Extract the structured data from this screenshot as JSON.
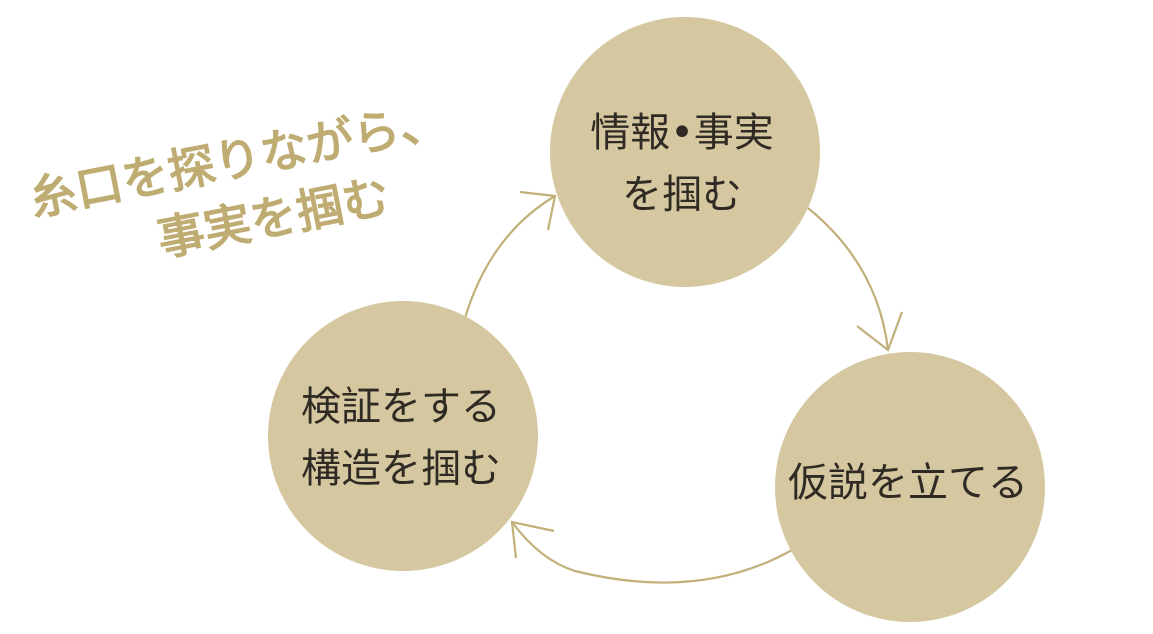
{
  "colors": {
    "circle_fill": "#d5c8a0",
    "arrow_stroke": "#c2b07a",
    "headline_text": "#bfac72",
    "node_text": "#2f2a24",
    "background": "#ffffff"
  },
  "headline": {
    "line1": "糸口を探りながら、",
    "line2": "事実を掴む"
  },
  "nodes": {
    "top": {
      "line1": "情報•事実",
      "line2": "を掴む"
    },
    "right": {
      "line1": "仮説を立てる"
    },
    "left": {
      "line1": "検証をする",
      "line2": "構造を掴む"
    }
  },
  "arrows": [
    {
      "from": "top",
      "to": "right",
      "icon": "arrowhead-icon"
    },
    {
      "from": "right",
      "to": "left",
      "icon": "arrowhead-icon"
    },
    {
      "from": "left",
      "to": "top",
      "icon": "arrowhead-icon"
    }
  ]
}
